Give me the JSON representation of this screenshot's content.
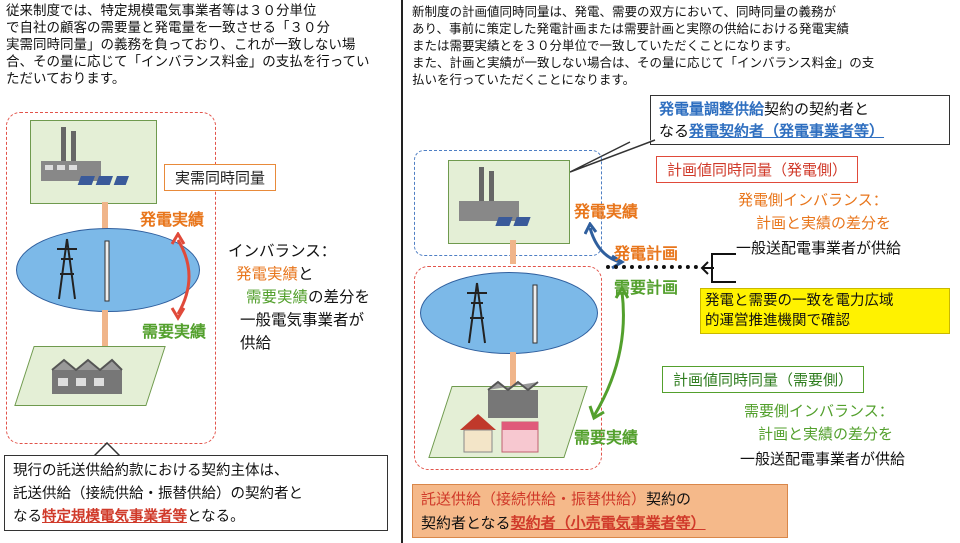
{
  "left": {
    "intro": [
      "従来制度では、特定規模電気事業者等は３０分単位",
      "で自社の顧客の需要量と発電量を一致させる「３０分",
      "実需同時同量」の義務を負っており、これが一致しない場",
      "合、その量に応じて「インバランス料金」の支払を行ってい",
      "ただいております。"
    ],
    "jitsuju_label": "実需同時同量",
    "hatsuden_jisseki": "発電実績",
    "juyou_jisseki": "需要実績",
    "imbalance": {
      "line1": "インバランス：",
      "line2_a": "発電実績",
      "line2_b": "と",
      "line3_a": "需要実績",
      "line3_b": "の差分を",
      "line4": "一般電気事業者が",
      "line5": "供給"
    },
    "callout": {
      "line1": "現行の託送供給約款における契約主体は、",
      "line2": "託送供給（接続供給・振替供給）の契約者と",
      "line3_a": "なる",
      "line3_b": "特定規模電気事業者等",
      "line3_c": "となる。"
    }
  },
  "right": {
    "intro": [
      "新制度の計画値同時同量は、発電、需要の双方において、同時同量の義務が",
      "あり、事前に策定した発電計画または需要計画と実際の供給における発電実績",
      "または需要実績とを３０分単位で一致していただくことになります。",
      "また、計画と実績が一致しない場合は、その量に応じて「インバランス料金」の支",
      "払いを行っていただくことになります。"
    ],
    "gen_callout": {
      "line1_a": "発電量調整供給",
      "line1_b": "契約の契約者と",
      "line2_a": "なる",
      "line2_b": "発電契約者（発電事業者等）"
    },
    "keikaku_hatsuden_box": "計画値同時同量（発電側）",
    "gen_imbalance": {
      "line1": "発電側インバランス：",
      "line2": "計画と実績の差分を",
      "line3": "一般送配電事業者が供給"
    },
    "hatsuden_jisseki": "発電実績",
    "hatsuden_keikaku": "発電計画",
    "juyou_keikaku": "需要計画",
    "yellow": {
      "line1": "発電と需要の一致を電力広域",
      "line2": "的運営推進機関で確認"
    },
    "keikaku_juyou_box": "計画値同時同量（需要側）",
    "dem_imbalance": {
      "line1": "需要側インバランス：",
      "line2": "計画と実績の差分を",
      "line3": "一般送配電事業者が供給"
    },
    "juyou_jisseki": "需要実績",
    "bottom_callout": {
      "line1_a": "託送供給（接続供給・振替供給）",
      "line1_b": "契約の",
      "line2_a": "契約者となる",
      "line2_b": "契約者（小売電気事業者等）"
    }
  },
  "colors": {
    "orange": "#e8761c",
    "green": "#53a02d",
    "red": "#d03a2a",
    "blue": "#2f6fc0",
    "yellow": "#fff200"
  }
}
